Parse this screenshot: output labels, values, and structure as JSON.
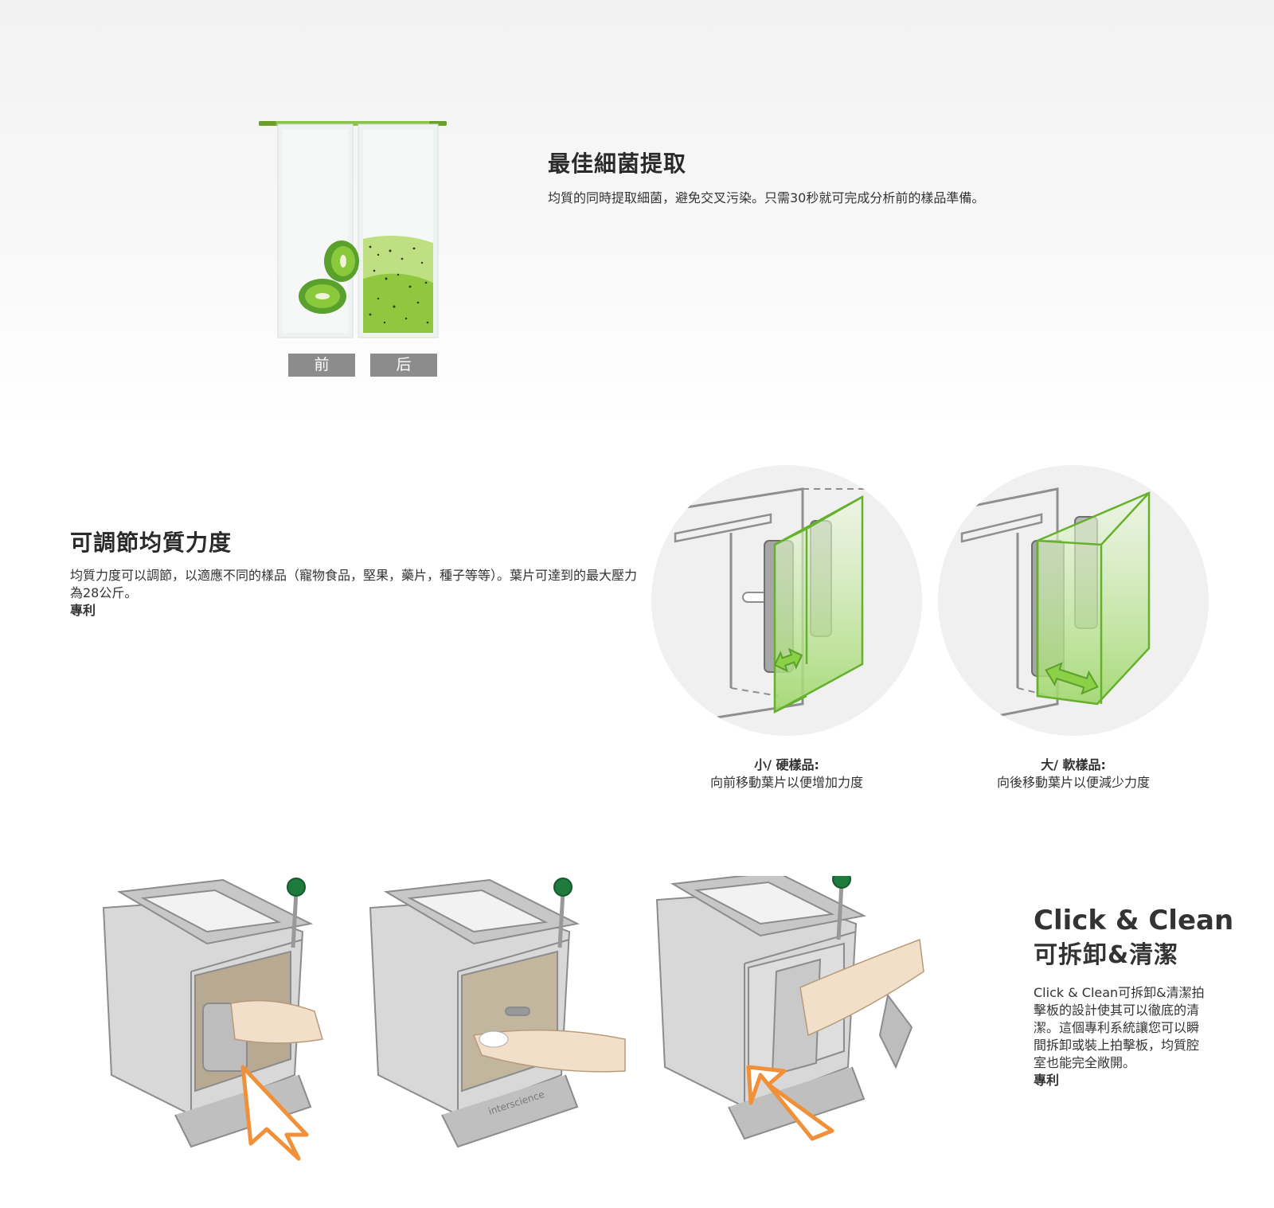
{
  "extraction": {
    "title": "最佳細菌提取",
    "description": "均質的同時提取細菌，避免交叉污染。只需30秒就可完成分析前的樣品準備。",
    "before_label": "前",
    "after_label": "后"
  },
  "adjustable": {
    "title": "可調節均質力度",
    "description": "均質力度可以調節，以適應不同的樣品（寵物食品，堅果，藥片，種子等等）。葉片可達到的最大壓力為28公斤。",
    "patent": "專利",
    "small": {
      "title": "小/ 硬樣品:",
      "text": "向前移動葉片以便增加力度"
    },
    "large": {
      "title": "大/ 軟樣品:",
      "text": "向後移動葉片以便減少力度"
    }
  },
  "click_clean": {
    "title": "Click & Clean",
    "subtitle": "可拆卸&清潔",
    "description": "Click & Clean可拆卸&清潔拍擊板的設計使其可以徹底的清潔。這個專利系統讓您可以瞬間拆卸或裝上拍擊板，均質腔室也能完全敞開。",
    "patent": "專利",
    "brand_mark": "interscience"
  },
  "colors": {
    "green": "#7dbf3a",
    "arrow_orange": "#f0913a",
    "label_gray": "#8c8c8c"
  }
}
